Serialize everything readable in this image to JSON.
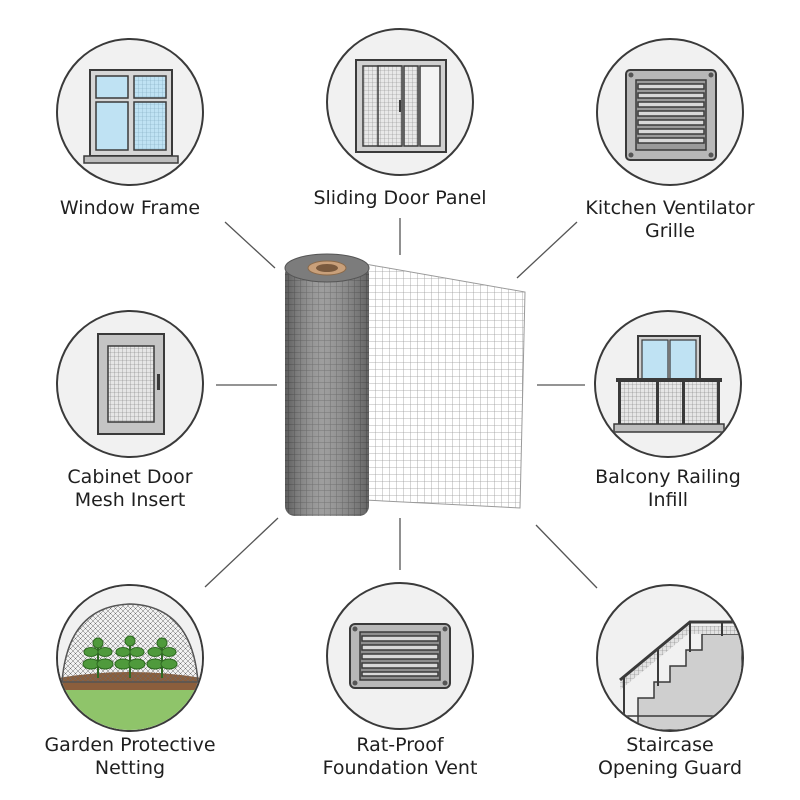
{
  "center": {
    "name": "wire-mesh-roll"
  },
  "applications": [
    {
      "id": "window-frame",
      "icon": "window-frame-icon",
      "lines": [
        "Window Frame"
      ]
    },
    {
      "id": "sliding-door-panel",
      "icon": "sliding-door-icon",
      "lines": [
        "Sliding Door Panel"
      ]
    },
    {
      "id": "kitchen-ventilator-grille",
      "icon": "ventilator-grille-icon",
      "lines": [
        "Kitchen Ventilator",
        "Grille"
      ]
    },
    {
      "id": "cabinet-door-mesh-insert",
      "icon": "cabinet-door-icon",
      "lines": [
        "Cabinet Door",
        "Mesh Insert"
      ]
    },
    {
      "id": "balcony-railing-infill",
      "icon": "balcony-railing-icon",
      "lines": [
        "Balcony Railing",
        "Infill"
      ]
    },
    {
      "id": "garden-protective-netting",
      "icon": "garden-netting-icon",
      "lines": [
        "Garden Protective",
        "Netting"
      ]
    },
    {
      "id": "rat-proof-foundation-vent",
      "icon": "foundation-vent-icon",
      "lines": [
        "Rat-Proof",
        "Foundation Vent"
      ]
    },
    {
      "id": "staircase-opening-guard",
      "icon": "staircase-guard-icon",
      "lines": [
        "Staircase",
        "Opening Guard"
      ]
    }
  ],
  "colors": {
    "outline": "#3a3a3a",
    "circle_fill": "#f1f1f1",
    "glass": "#bfe2f3",
    "mesh": "#8a8a8a",
    "plant": "#4f9a3c",
    "soil": "#8b5e3c",
    "grass": "#8fc46a"
  }
}
